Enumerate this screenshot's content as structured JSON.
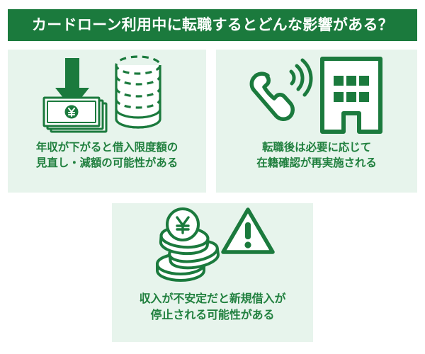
{
  "header": {
    "title": "カードローン利用中に転職するとどんな影響がある？"
  },
  "colors": {
    "header_bg": "#1b7a3d",
    "header_text": "#ffffff",
    "card_bg": "#e7f4ec",
    "caption_text": "#21803f",
    "icon_stroke": "#1b7a3d",
    "page_bg": "#ffffff"
  },
  "cards": [
    {
      "id": "card-income-decrease",
      "caption": "年収が下がると借入限度額の\n見直し・減額の可能性がある",
      "icons": [
        "down-arrow-icon",
        "banknote-yen-icon",
        "coin-stack-icon"
      ]
    },
    {
      "id": "card-employment-verification",
      "caption": "転職後は必要に応じて\n在籍確認が再実施される",
      "icons": [
        "phone-ringing-icon",
        "office-building-icon"
      ]
    },
    {
      "id": "card-new-borrowing-suspended",
      "caption": "収入が不安定だと新規借入が\n停止される可能性がある",
      "icons": [
        "yen-coin-pile-icon",
        "warning-triangle-icon"
      ]
    }
  ]
}
